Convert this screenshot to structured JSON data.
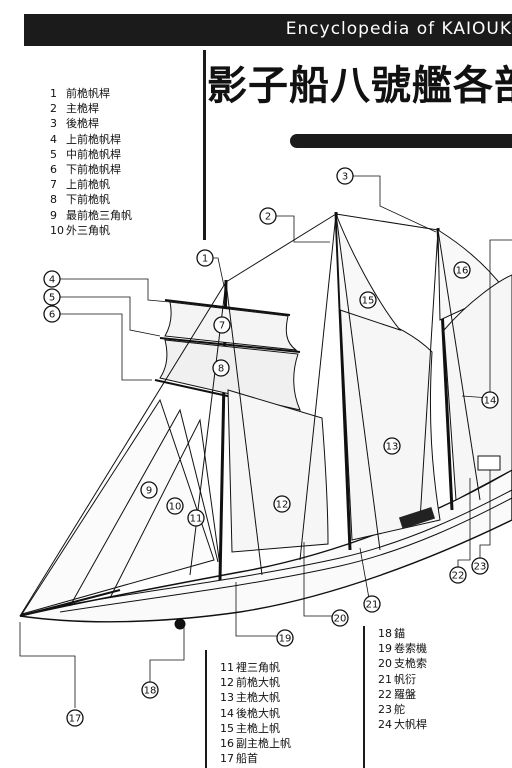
{
  "header": {
    "banner": "Encyclopedia of KAIOUK",
    "title": "影子船八號艦各部名稱"
  },
  "legend_top": [
    {
      "num": "1",
      "label": "前桅帆桿"
    },
    {
      "num": "2",
      "label": "主桅桿"
    },
    {
      "num": "3",
      "label": "後桅桿"
    },
    {
      "num": "4",
      "label": "上前桅帆桿"
    },
    {
      "num": "5",
      "label": "中前桅帆桿"
    },
    {
      "num": "6",
      "label": "下前桅帆桿"
    },
    {
      "num": "7",
      "label": "上前桅帆"
    },
    {
      "num": "8",
      "label": "下前桅帆"
    },
    {
      "num": "9",
      "label": "最前桅三角帆"
    },
    {
      "num": "10",
      "label": "外三角帆"
    }
  ],
  "legend_bottom": [
    {
      "num": "11",
      "label": "裡三角帆"
    },
    {
      "num": "12",
      "label": "前桅大帆"
    },
    {
      "num": "13",
      "label": "主桅大帆"
    },
    {
      "num": "14",
      "label": "後桅大帆"
    },
    {
      "num": "15",
      "label": "主桅上帆"
    },
    {
      "num": "16",
      "label": "副主桅上帆"
    },
    {
      "num": "17",
      "label": "船首"
    }
  ],
  "legend_right": [
    {
      "num": "18",
      "label": "錨"
    },
    {
      "num": "19",
      "label": "卷索機"
    },
    {
      "num": "20",
      "label": "支桅索"
    },
    {
      "num": "21",
      "label": "帆衍"
    },
    {
      "num": "22",
      "label": "羅盤"
    },
    {
      "num": "23",
      "label": "舵"
    },
    {
      "num": "24",
      "label": "大帆桿"
    }
  ],
  "callouts": [
    "1",
    "2",
    "3",
    "4",
    "5",
    "6",
    "7",
    "8",
    "9",
    "10",
    "11",
    "12",
    "13",
    "14",
    "15",
    "16",
    "17",
    "18",
    "19",
    "20",
    "21",
    "22",
    "23"
  ]
}
